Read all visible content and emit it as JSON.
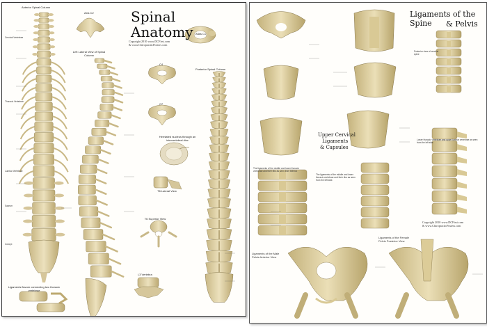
{
  "left_poster": {
    "title_line1": "Spinal",
    "title_line2": "Anatomy",
    "copyright_line1": "Copyright 2010 www.DCFirst.com",
    "copyright_line2": "& www.ChiropracticPosters.com",
    "view_labels": {
      "anterior": "Anterior Spinal Column",
      "left_lateral": "Left Lateral View of Spinal Column",
      "posterior": "Posterior Spinal Column",
      "atlas": "Atlas C1",
      "axis": "Axis C2",
      "c4": "C4",
      "c7": "C7",
      "t6": "T6 Lateral View",
      "l4_disc": "Herniated nucleus through an intervertebral disc",
      "t6_superior": "T6 Superior View",
      "l3": "L3 Vertebra",
      "ligaments": "Ligaments flavum connecting two thoracic vertebrae"
    },
    "region_labels": [
      "Cervical Vertebrae",
      "Thoracic Vertebrae",
      "Lumbar Vertebrae",
      "Sacrum",
      "Coccyx"
    ]
  },
  "right_poster": {
    "title_line1": "Ligaments of the Spine",
    "title_line2": "& Pelvis",
    "section_upper_cervical_line1": "Upper Cervical",
    "section_upper_cervical_line2": "Ligaments",
    "section_upper_cervical_line3": "& Capsules",
    "copyright_line1": "Copyright 2010 www.DCFirst.com",
    "copyright_line2": "& www.ChiropracticPosters.com",
    "view_labels": {
      "cervical_posterior": "Posterior view of cervical spine",
      "ligaments_thoracic": "The ligaments of the middle and lower thoracic vertebrae and their ribs as seen from behind.",
      "ligaments_thoracic_side": "The ligaments of the middle and lower thoracic vertebrae and their ribs as seen from the left side.",
      "lumbar_lateral": "Lower thoracic vertebrae and upper lumbar vertebrae as seen from the left side",
      "pelvis_anterior": "Ligaments of the Male Pelvis Anterior View",
      "pelvis_posterior": "Ligaments of the Female Pelvis Posterior View"
    }
  },
  "colors": {
    "bone": "#e3d6ad",
    "bone_shadow": "#b9a87a",
    "ligament": "#cbbf95",
    "poster_bg": "#fffefb"
  }
}
